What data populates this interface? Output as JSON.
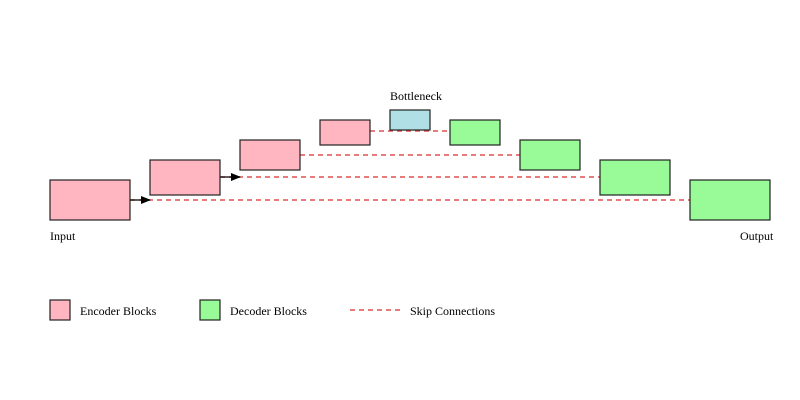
{
  "labels": {
    "input": "Input",
    "output": "Output",
    "bottleneck": "Bottleneck"
  },
  "legend": {
    "encoder": "Encoder Blocks",
    "decoder": "Decoder Blocks",
    "skip": "Skip Connections"
  },
  "colors": {
    "encoder": "#ffb6c1",
    "decoder": "#98fb98",
    "bottleneck": "#b0e0e6",
    "skip": "#e05050"
  },
  "encoder_count": 4,
  "decoder_count": 4
}
